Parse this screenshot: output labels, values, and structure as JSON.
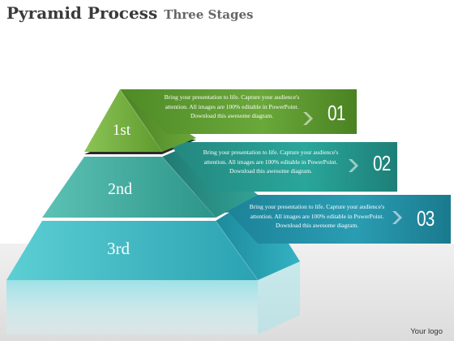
{
  "title": {
    "main": "Pyramid Process",
    "sub": "Three Stages"
  },
  "stages": [
    {
      "label": "1st",
      "number": "01",
      "text": "Bring your presentation to life. Capture your audience's attention. All images are 100% editable in PowerPoint. Download this awesome diagram.",
      "color": "#6fae3c"
    },
    {
      "label": "2nd",
      "number": "02",
      "text": "Bring your presentation to life. Capture your audience's attention. All images are 100% editable in PowerPoint. Download this awesome diagram.",
      "color": "#2fa39a"
    },
    {
      "label": "3rd",
      "number": "03",
      "text": "Bring your presentation to life. Capture your audience's attention. All images are 100% editable in PowerPoint. Download this awesome diagram.",
      "color": "#2b9bb1"
    }
  ],
  "logo": "Your logo"
}
